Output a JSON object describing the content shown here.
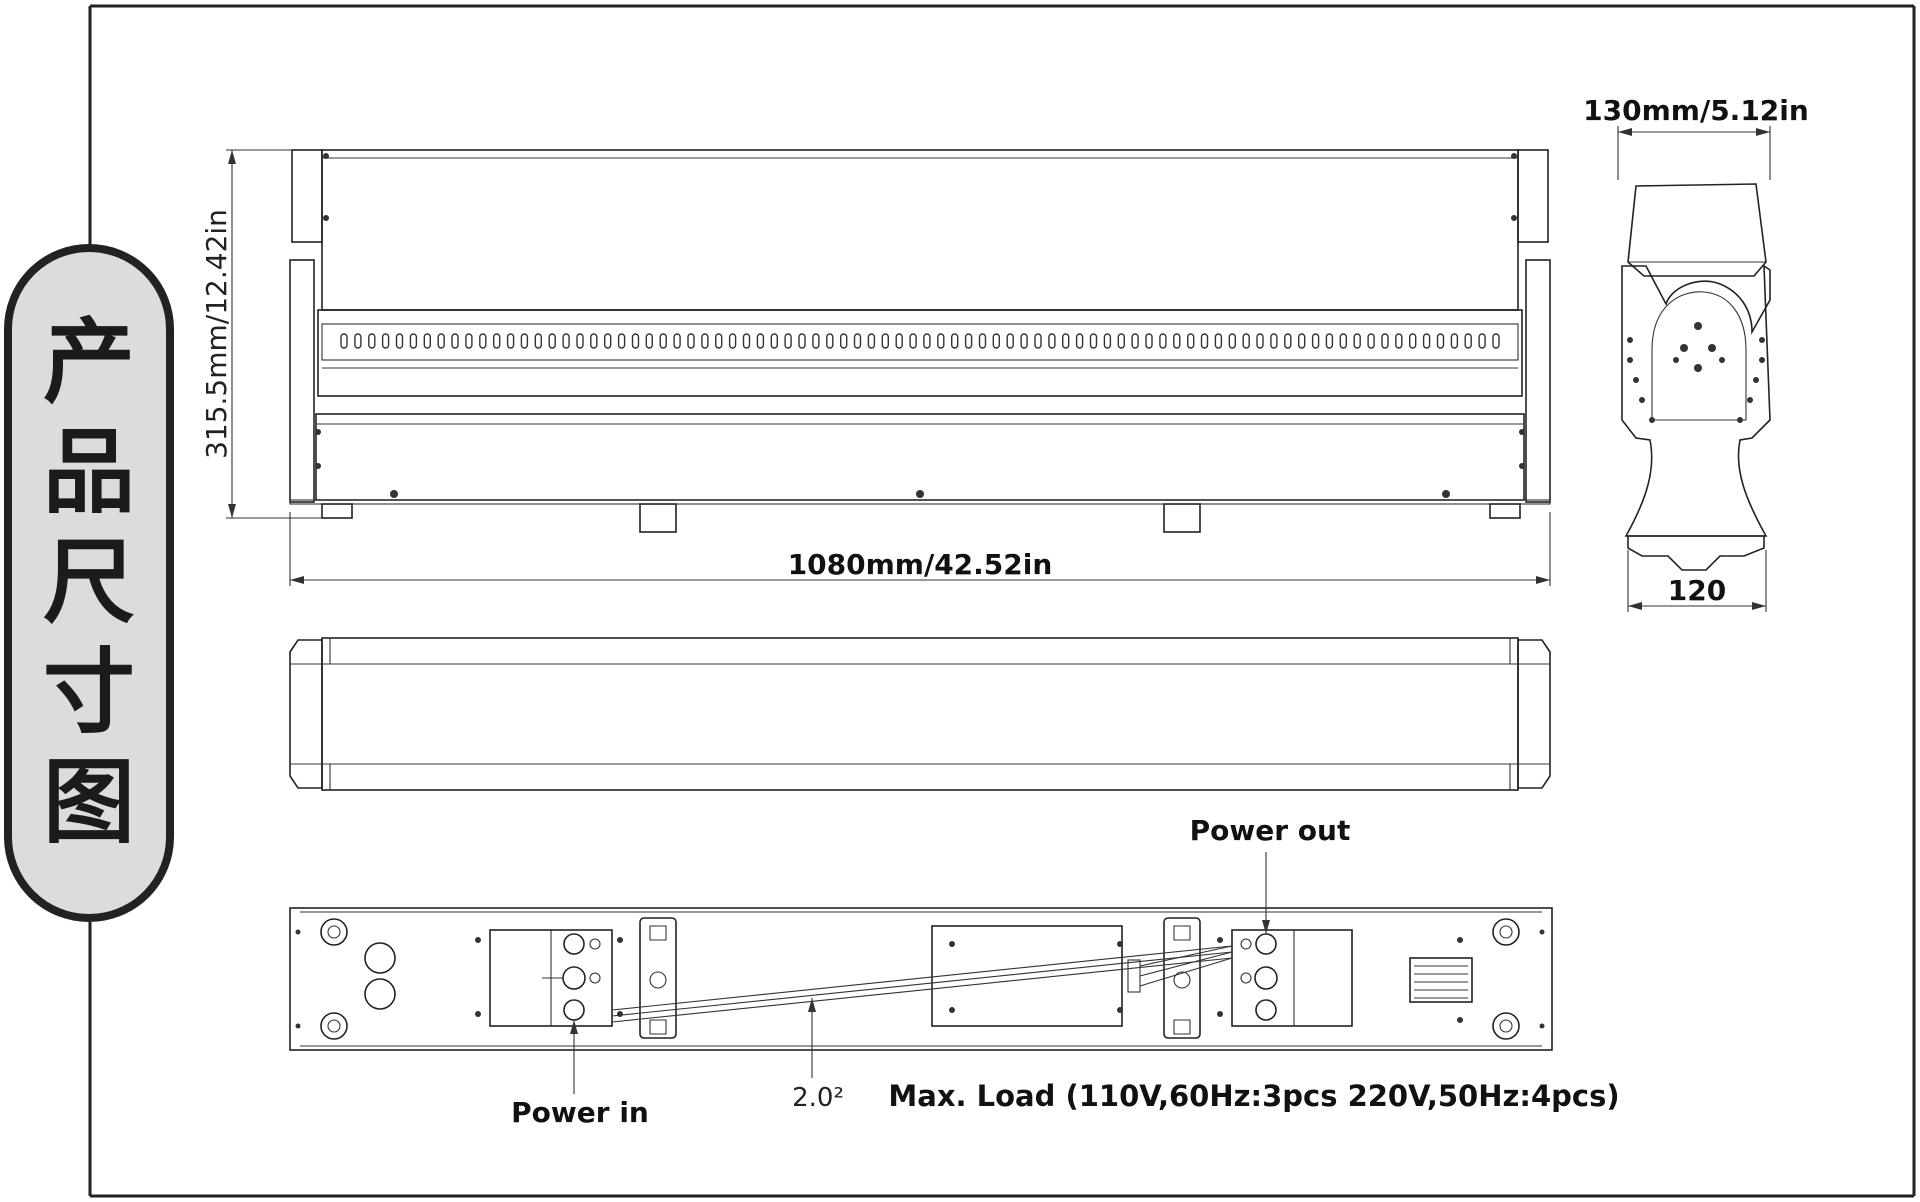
{
  "side_title": [
    "产",
    "品",
    "尺",
    "寸",
    "图"
  ],
  "dimensions": {
    "height": "315.5mm/12.42in",
    "length": "1080mm/42.52in",
    "depth": "130mm/5.12in",
    "base_width": "120"
  },
  "connectors": {
    "power_out": "Power out",
    "power_in": "Power in"
  },
  "cable_spec": "2.0²",
  "max_load": "Max. Load (110V,60Hz:3pcs   220V,50Hz:4pcs)"
}
